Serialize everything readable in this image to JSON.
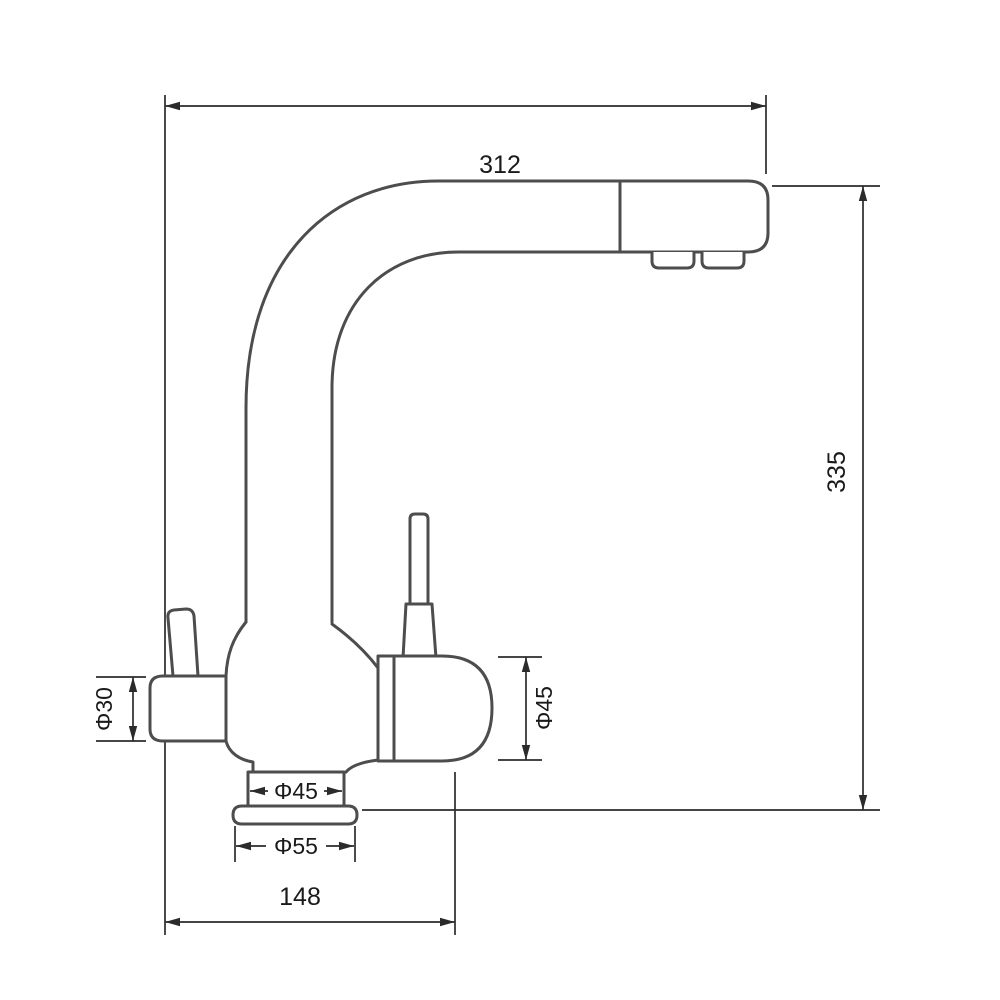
{
  "diagram": {
    "dimensions": {
      "spout_reach": "312",
      "overall_height": "335",
      "left_handle_diameter": "Φ30",
      "right_handle_diameter": "Φ45",
      "body_diameter": "Φ45",
      "base_diameter": "Φ55",
      "base_width": "148"
    },
    "colors": {
      "background": "#ffffff",
      "line": "#4d4d4d",
      "dim": "#2b2b2b",
      "text": "#1a1a1a"
    }
  }
}
